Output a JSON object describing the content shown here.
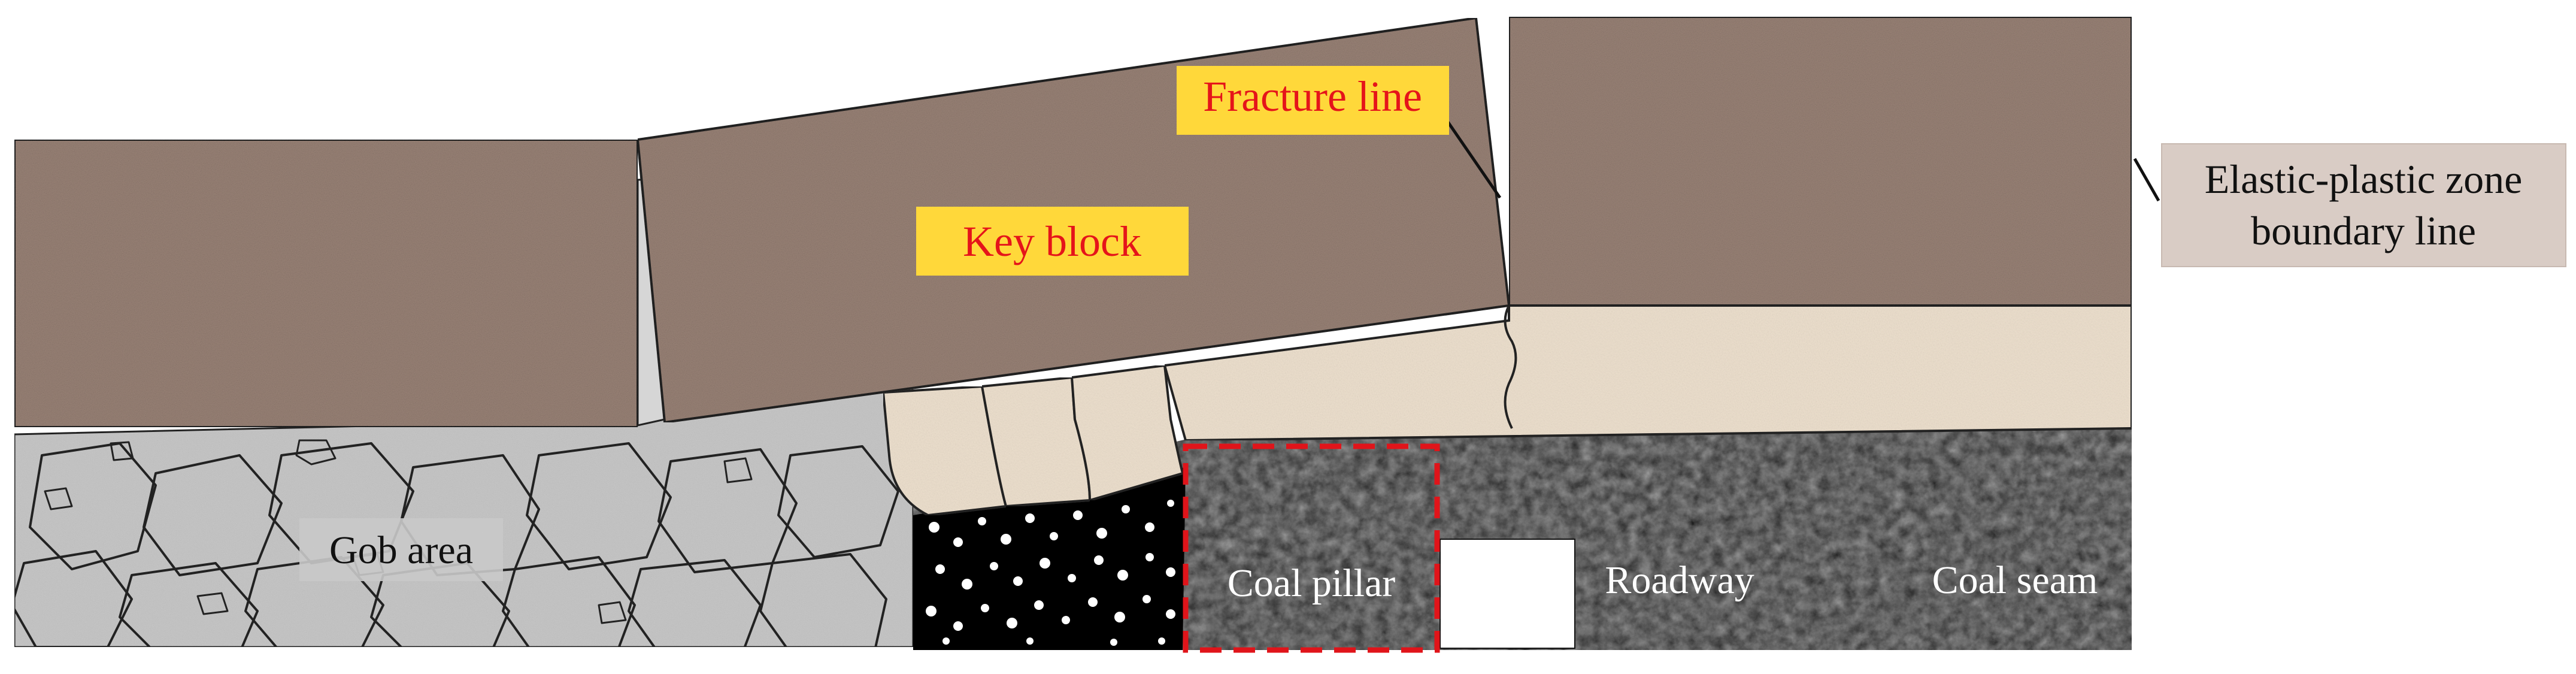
{
  "labels": {
    "fracture_line": "Fracture line",
    "key_block": "Key block",
    "elastic_plastic_line1": "Elastic-plastic zone",
    "elastic_plastic_line2": "boundary line",
    "gob_area": "Gob area",
    "coal_pillar": "Coal pillar",
    "roadway": "Roadway",
    "coal_seam": "Coal seam"
  },
  "colors": {
    "rock": "#9a8377",
    "soft_rock": "#ecdfcd",
    "gob": "#c9c9c9",
    "coal": "#1c1c1c",
    "label_highlight": "#ffd83a",
    "label_red_text": "#e5141a",
    "boundary_box": "#d9ccc5",
    "pillar_outline": "#e0141a"
  }
}
